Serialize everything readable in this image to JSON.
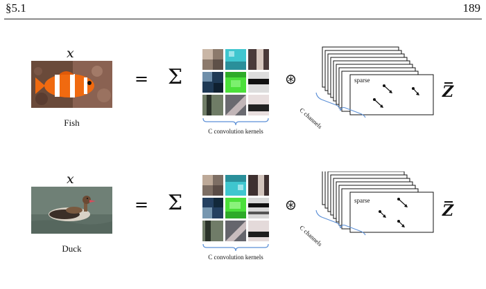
{
  "header": {
    "section": "§5.1",
    "page_number": "189"
  },
  "rows": [
    {
      "var_label": "x",
      "caption": "Fish",
      "equals": "=",
      "sum_symbol": "Σ",
      "kernels_caption": "C convolution kernels",
      "conv_symbol": "⊛",
      "sparse_label": "sparse",
      "channels_label": "C channels",
      "result_label": "Z"
    },
    {
      "var_label": "x",
      "caption": "Duck",
      "equals": "=",
      "sum_symbol": "Σ",
      "kernels_caption": "C convolution kernels",
      "conv_symbol": "⊛",
      "sparse_label": "sparse",
      "channels_label": "C channels",
      "result_label": "Z"
    }
  ],
  "colors": {
    "kernel_cyan": "#3fc6cf",
    "kernel_green": "#4be03a",
    "brace": "#5b8fd6"
  }
}
